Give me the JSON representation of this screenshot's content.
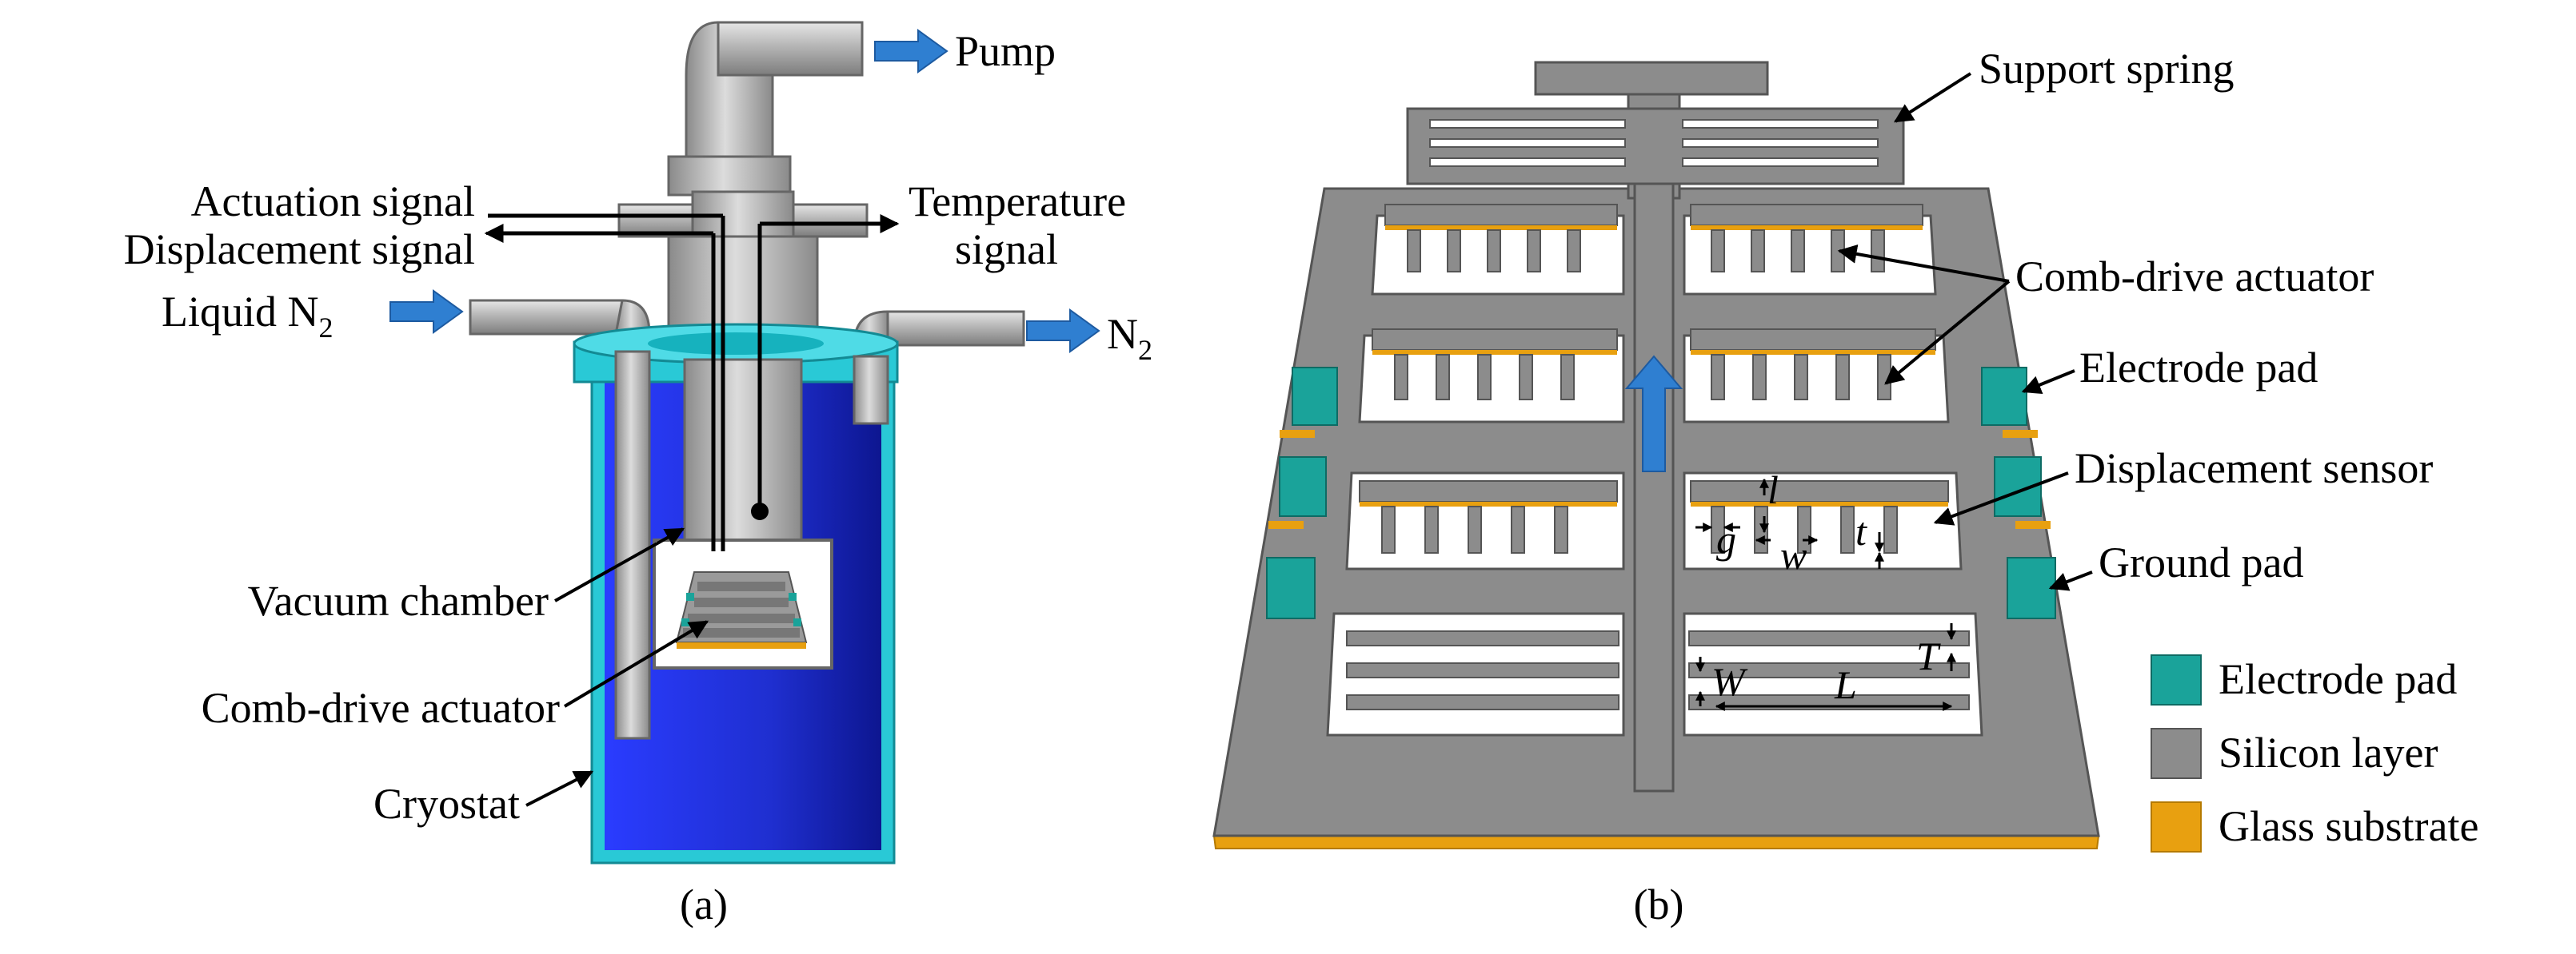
{
  "panel_a": {
    "caption": "(a)",
    "labels": {
      "pump": "Pump",
      "actuation_signal": "Actuation signal",
      "displacement_signal": "Displacement signal",
      "temperature_signal_1": "Temperature",
      "temperature_signal_2": "signal",
      "liquid_n2": "Liquid N",
      "liquid_n2_sub": "2",
      "n2_out": "N",
      "n2_out_sub": "2",
      "vacuum_chamber": "Vacuum chamber",
      "comb_drive_actuator": "Comb-drive actuator",
      "cryostat": "Cryostat"
    }
  },
  "panel_b": {
    "caption": "(b)",
    "labels": {
      "support_spring": "Support spring",
      "comb_drive_actuator": "Comb-drive actuator",
      "electrode_pad": "Electrode pad",
      "displacement_sensor": "Displacement sensor",
      "ground_pad": "Ground pad"
    },
    "dimension_symbols": {
      "l": "l",
      "g": "g",
      "w": "w",
      "t": "t",
      "W": "W",
      "T": "T",
      "L": "L"
    },
    "legend": [
      {
        "label": "Electrode pad",
        "color": "#1aa39a"
      },
      {
        "label": "Silicon layer",
        "color": "#8c8c8c"
      },
      {
        "label": "Glass substrate",
        "color": "#e8a010"
      }
    ]
  },
  "colors": {
    "arrow_blue": "#2f7fd1",
    "cryostat_cyan": "#29c9d6",
    "cryostat_blue": "#1f2fd0",
    "silicon": "#8c8c8c",
    "glass": "#e8a010",
    "pad": "#1aa39a"
  }
}
